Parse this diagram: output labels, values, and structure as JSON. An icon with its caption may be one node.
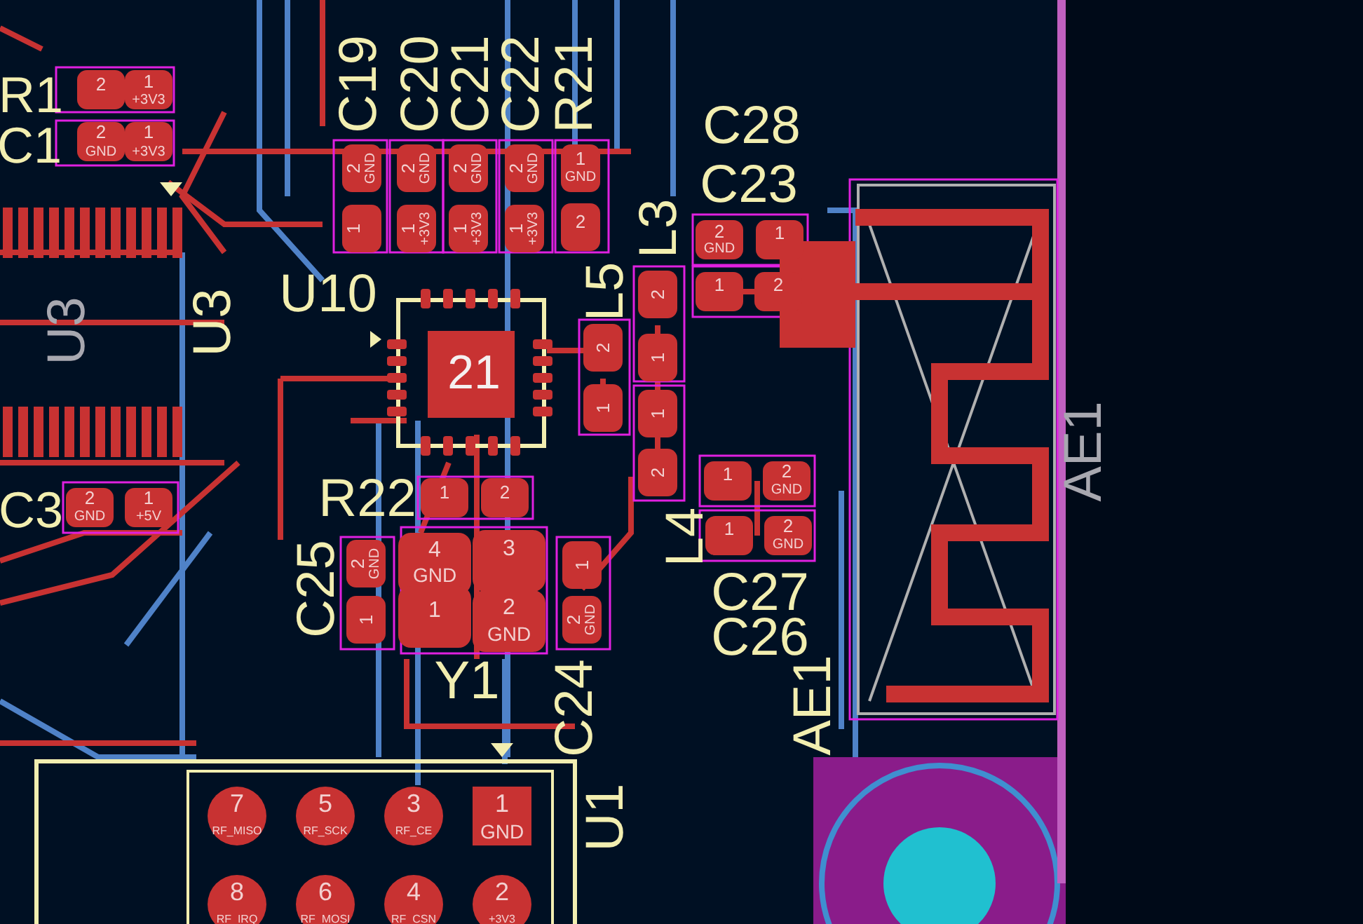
{
  "diagram": {
    "labels": [
      "R1",
      "C1",
      "C19",
      "C20",
      "C21",
      "C22",
      "R21",
      "C28",
      "C23",
      "L3",
      "U10",
      "L5",
      "U3",
      "U3",
      "21",
      "AE1",
      "C3",
      "R22",
      "L4",
      "C25",
      "C27",
      "C26",
      "Y1",
      "C24",
      "AE1",
      "U1",
      "2",
      "1",
      "+3V3",
      "2",
      "GND",
      "1",
      "+3V3",
      "2",
      "GND",
      "1",
      "2",
      "GND",
      "1",
      "+3V3",
      "2",
      "GND",
      "1",
      "+3V3",
      "2",
      "GND",
      "1",
      "+3V3",
      "1",
      "GND",
      "2",
      "2",
      "GND",
      "1",
      "1",
      "2",
      "2",
      "1",
      "2",
      "1",
      "1",
      "2",
      "2",
      "GND",
      "1",
      "+5V",
      "1",
      "2",
      "1",
      "2",
      "GND",
      "1",
      "2",
      "GND",
      "2",
      "GND",
      "1",
      "4",
      "GND",
      "3",
      "1",
      "2",
      "GND",
      "1",
      "2",
      "GND",
      "7",
      "RF_MISO",
      "5",
      "RF_SCK",
      "3",
      "RF_CE",
      "1",
      "GND",
      "8",
      "RF_IRQ",
      "6",
      "RF_MOSI",
      "4",
      "RF_CSN",
      "2",
      "+3V3"
    ]
  }
}
